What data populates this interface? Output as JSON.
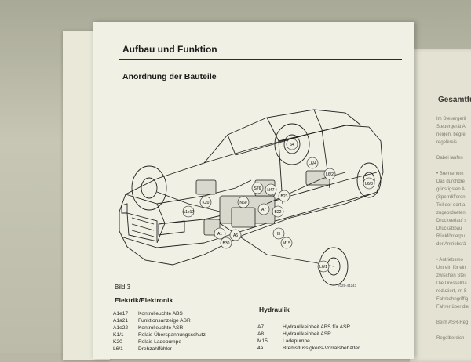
{
  "page": {
    "section_title": "Aufbau und Funktion",
    "subtitle": "Anordnung der Bauteile",
    "figure_label": "Bild 3",
    "figure_tag": "7025-44243"
  },
  "callouts": [
    "64",
    "L6/4",
    "L6/2",
    "L6/3",
    "S76",
    "N47",
    "B23",
    "K20",
    "N60",
    "A7",
    "A1e17",
    "B22",
    "M15",
    "I3",
    "B30",
    "A6",
    "L6/1",
    "A1"
  ],
  "elektrik": {
    "heading": "Elektrik/Elektronik",
    "items": [
      {
        "code": "A1e17",
        "desc": "Kontrolleuchte ABS"
      },
      {
        "code": "A1a21",
        "desc": "Funktionsanzeige ASR"
      },
      {
        "code": "A1e22",
        "desc": "Kontrolleuchte ASR"
      },
      {
        "code": "K1/1",
        "desc": "Relais Überspannungsschutz"
      },
      {
        "code": "K20",
        "desc": "Relais Ladepumpe"
      },
      {
        "code": "L6/1",
        "desc": "Drehzahlfühler"
      }
    ]
  },
  "hydraulik": {
    "heading": "Hydraulik",
    "items": [
      {
        "code": "A7",
        "desc": "Hydraulikeinheit ABS für ASR"
      },
      {
        "code": "A8",
        "desc": "Hydraulikeinheit ASR"
      },
      {
        "code": "M15",
        "desc": "Ladepumpe"
      },
      {
        "code": "4a",
        "desc": "Bremsflüssigkeits-Vorratsbehälter"
      }
    ]
  },
  "right_page": {
    "heading": "Gesamtfu",
    "lines": [
      "Im Steuergerä",
      "Steuergerät A",
      "neigen, begre",
      "regelkreis.",
      "",
      "Dabei laufen",
      "",
      "• Bremsmom",
      "Das durchdre",
      "günstigsten A",
      "(Sperrdifferen",
      "Teil der dort a",
      "zugeordneten",
      "Druckverlauf s",
      "Druckabbau",
      "Rückförderpu",
      "der Antriebsrä",
      "",
      "• Antriebsmo",
      "Um ein für ein",
      "zwischen Stei",
      "Die Drosselkla",
      "reduziert, im S",
      "Fahrbahngriffig",
      "Fahrer über die",
      "",
      "Beim ASR-Reg",
      "",
      "Regelbereich"
    ]
  }
}
